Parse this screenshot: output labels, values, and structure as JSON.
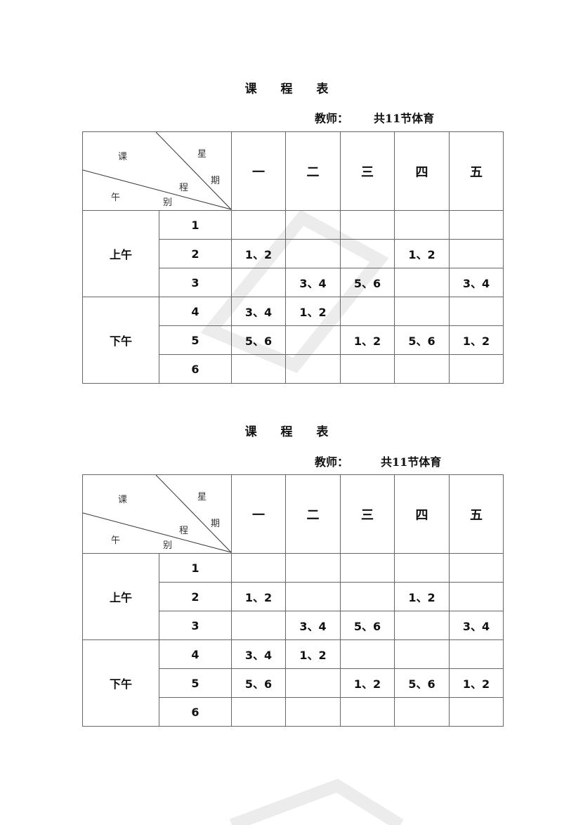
{
  "schedules": [
    {
      "title": "课 程 表",
      "teacher_label": "教师：",
      "teacher_note": "共11节体育",
      "diagonal_header": {
        "top_left": "课",
        "top_right": "星",
        "right": "期",
        "middle": "程",
        "bottom_left": "午",
        "bottom": "别"
      },
      "days": [
        "一",
        "二",
        "三",
        "四",
        "五"
      ],
      "sessions": [
        {
          "label": "上午",
          "periods": [
            {
              "period": "1",
              "cells": [
                "",
                "",
                "",
                "",
                ""
              ]
            },
            {
              "period": "2",
              "cells": [
                "1、2",
                "",
                "",
                "1、2",
                ""
              ]
            },
            {
              "period": "3",
              "cells": [
                "",
                "3、4",
                "5、6",
                "",
                "3、4"
              ]
            }
          ]
        },
        {
          "label": "下午",
          "periods": [
            {
              "period": "4",
              "cells": [
                "3、4",
                "1、2",
                "",
                "",
                ""
              ]
            },
            {
              "period": "5",
              "cells": [
                "5、6",
                "",
                "1、2",
                "5、6",
                "1、2"
              ]
            },
            {
              "period": "6",
              "cells": [
                "",
                "",
                "",
                "",
                ""
              ]
            }
          ]
        }
      ]
    },
    {
      "title": "课 程 表",
      "teacher_label": "教师：",
      "teacher_note": "共11节体育",
      "diagonal_header": {
        "top_left": "课",
        "top_right": "星",
        "right": "期",
        "middle": "程",
        "bottom_left": "午",
        "bottom": "别"
      },
      "days": [
        "一",
        "二",
        "三",
        "四",
        "五"
      ],
      "sessions": [
        {
          "label": "上午",
          "periods": [
            {
              "period": "1",
              "cells": [
                "",
                "",
                "",
                "",
                ""
              ]
            },
            {
              "period": "2",
              "cells": [
                "1、2",
                "",
                "",
                "1、2",
                ""
              ]
            },
            {
              "period": "3",
              "cells": [
                "",
                "3、4",
                "5、6",
                "",
                "3、4"
              ]
            }
          ]
        },
        {
          "label": "下午",
          "periods": [
            {
              "period": "4",
              "cells": [
                "3、4",
                "1、2",
                "",
                "",
                ""
              ]
            },
            {
              "period": "5",
              "cells": [
                "5、6",
                "",
                "1、2",
                "5、6",
                "1、2"
              ]
            },
            {
              "period": "6",
              "cells": [
                "",
                "",
                "",
                "",
                ""
              ]
            }
          ]
        }
      ]
    }
  ]
}
